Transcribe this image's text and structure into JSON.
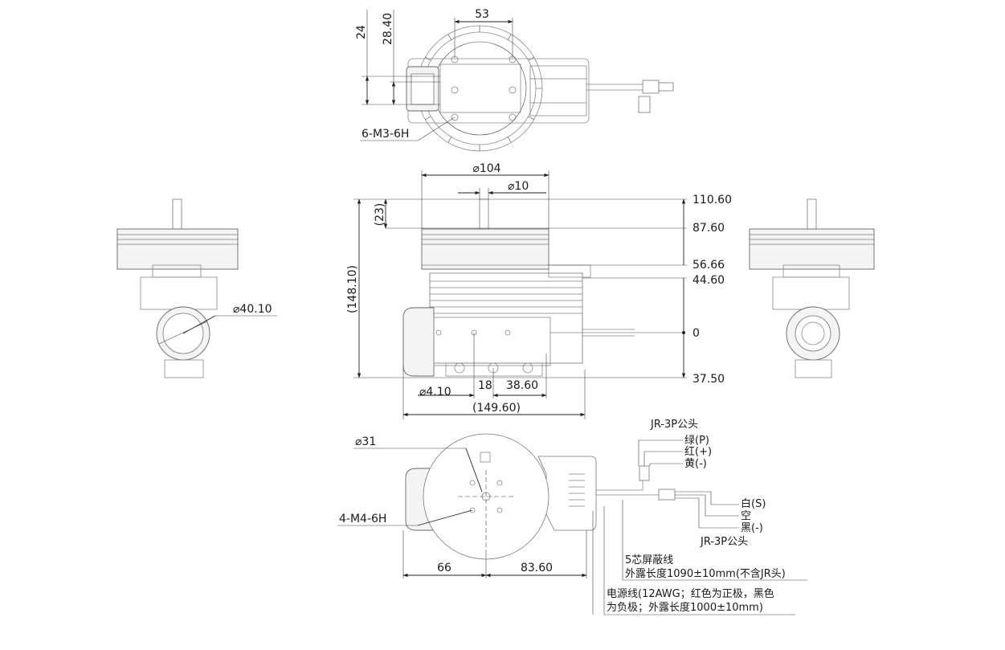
{
  "top_view": {
    "dim_width": "53",
    "dim_h1": "24",
    "dim_h2": "28.40",
    "thread_note": "6-M3-6H"
  },
  "front_view": {
    "dia_outer": "⌀104",
    "dia_shaft": "⌀10",
    "dim_shaft": "(23)",
    "dim_total_height": "(148.10)",
    "dim_total_width": "(149.60)",
    "dia_hole": "⌀4.10",
    "dim_18": "18",
    "dim_3860": "38.60",
    "levels": [
      "110.60",
      "87.60",
      "56.66",
      "44.60",
      "0",
      "37.50"
    ]
  },
  "side_view": {
    "dia": "⌀40.10"
  },
  "bottom_view": {
    "dia": "⌀31",
    "thread_note": "4-M4-6H",
    "dim_left": "66",
    "dim_right": "83.60"
  },
  "connector_top": {
    "title": "JR-3P公头",
    "pins": [
      "绿(P)",
      "红(+)",
      "黄(-)"
    ]
  },
  "connector_bottom": {
    "pins": [
      "白(S)",
      "空",
      "黑(-)"
    ],
    "title": "JR-3P公头"
  },
  "cable_note": {
    "line1": "5芯屏蔽线",
    "line2": "外露长度1090±10mm(不含JR头)"
  },
  "power_note": {
    "line1": "电源线(12AWG；红色为正极，黑色",
    "line2": "为负极；外露长度1000±10mm)"
  }
}
